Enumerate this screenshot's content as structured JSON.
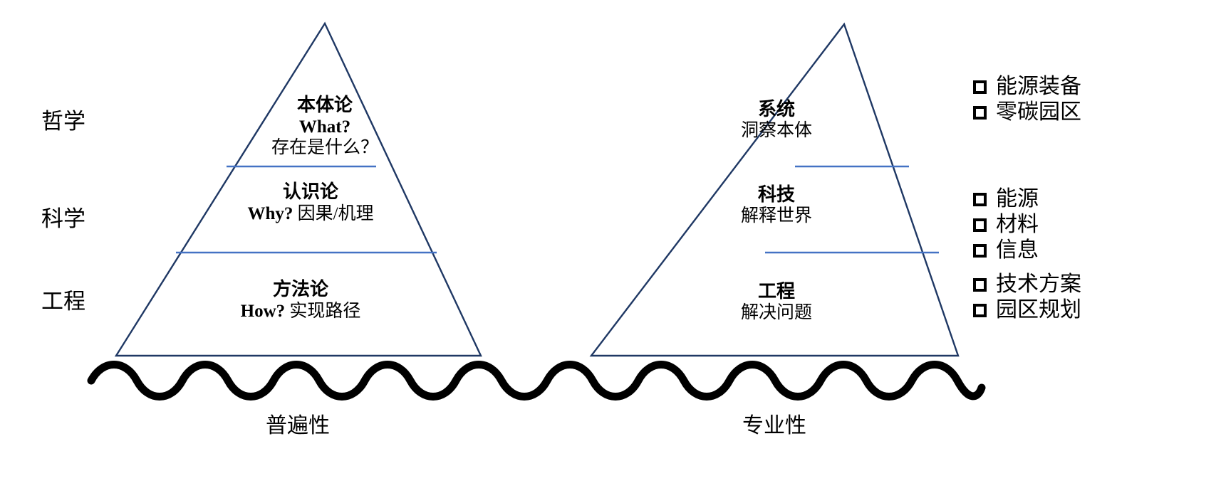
{
  "diagram": {
    "title": "Philosophy-Science-Engineering dual pyramid",
    "colors": {
      "pyramid_outline": "#1F3864",
      "tier_divider": "#4472C4",
      "wave": "#000000",
      "text": "#000000",
      "background": "#FFFFFF"
    }
  },
  "axis_labels": [
    {
      "id": "philosophy",
      "label": "哲学"
    },
    {
      "id": "science",
      "label": "科学"
    },
    {
      "id": "engineering",
      "label": "工程"
    }
  ],
  "left_pyramid": {
    "name": "universality-pyramid",
    "caption": "普遍性",
    "tiers": [
      {
        "title": "本体论",
        "question": "What?",
        "detail": "存在是什么？"
      },
      {
        "title": "认识论",
        "question": "Why?",
        "detail": "因果/机理"
      },
      {
        "title": "方法论",
        "question": "How?",
        "detail": "实现路径"
      }
    ]
  },
  "right_pyramid": {
    "name": "specialization-pyramid",
    "caption": "专业性",
    "tiers": [
      {
        "title": "系统",
        "detail": "洞察本体"
      },
      {
        "title": "科技",
        "detail": "解释世界"
      },
      {
        "title": "工程",
        "detail": "解决问题"
      }
    ]
  },
  "checklist_groups": [
    {
      "id": "system-group",
      "items": [
        {
          "label": "能源装备",
          "checked": false
        },
        {
          "label": "零碳园区",
          "checked": false
        }
      ]
    },
    {
      "id": "technology-group",
      "items": [
        {
          "label": "能源",
          "checked": false
        },
        {
          "label": "材料",
          "checked": false
        },
        {
          "label": "信息",
          "checked": false
        }
      ]
    },
    {
      "id": "engineering-group",
      "items": [
        {
          "label": "技术方案",
          "checked": false
        },
        {
          "label": "园区规划",
          "checked": false
        }
      ]
    }
  ]
}
